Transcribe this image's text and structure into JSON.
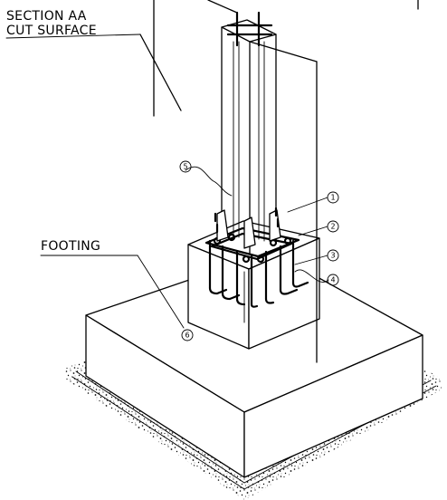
{
  "labels": {
    "section_line1": "SECTION AA",
    "section_line2": "CUT SURFACE",
    "footing": "FOOTING"
  },
  "callouts": [
    "1",
    "2",
    "3",
    "4",
    "5",
    "6"
  ],
  "colors": {
    "ink": "#000000",
    "paper": "#ffffff"
  }
}
